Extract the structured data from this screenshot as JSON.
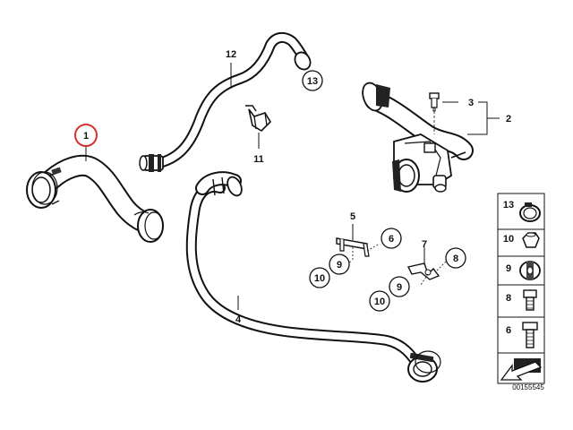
{
  "diagram": {
    "callouts": {
      "c1": "1",
      "c2": "2",
      "c3": "3",
      "c4": "4",
      "c5": "5",
      "c6": "6",
      "c7": "7",
      "c8": "8",
      "c9a": "9",
      "c9b": "9",
      "c10a": "10",
      "c10b": "10",
      "c11": "11",
      "c12": "12",
      "c13": "13"
    },
    "highlight_color": "#d9302c",
    "legend": {
      "items": [
        "13",
        "10",
        "9",
        "8",
        "6"
      ]
    },
    "doc_number": "00155545"
  }
}
